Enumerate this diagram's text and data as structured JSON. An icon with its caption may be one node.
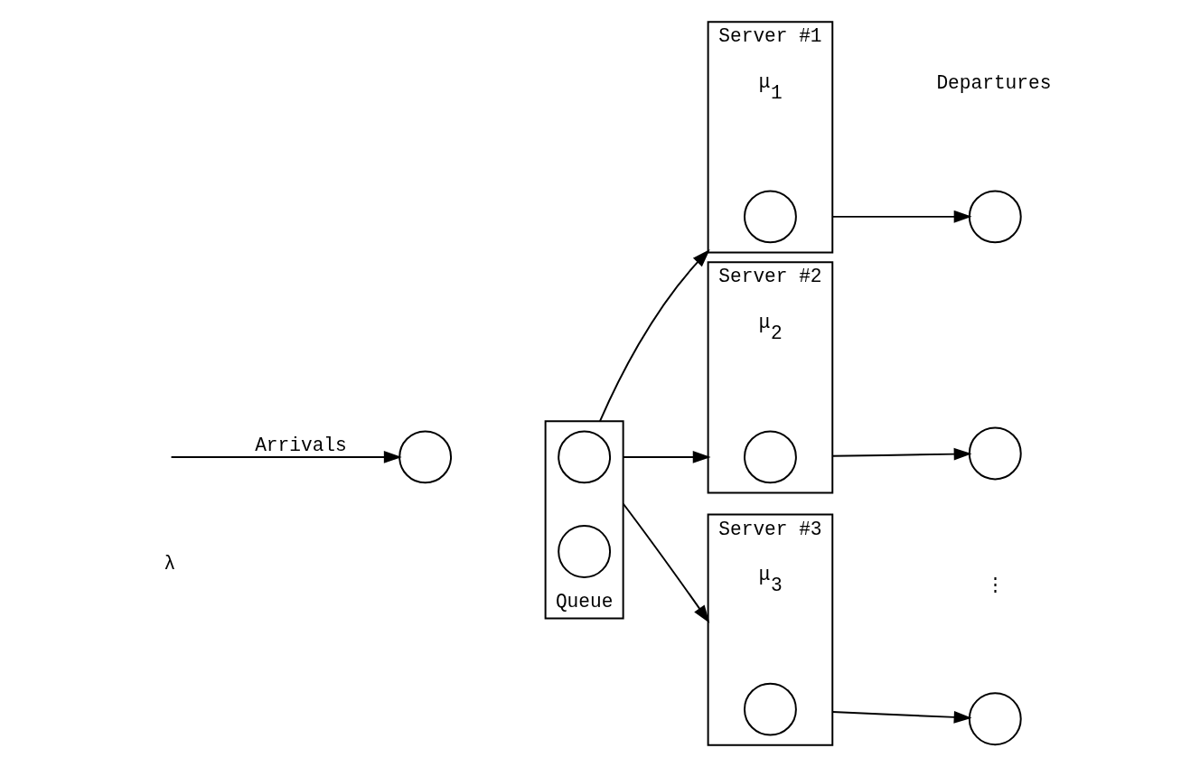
{
  "diagram": {
    "nodes": [
      {
        "text": [],
        "shape": "circle"
      },
      {
        "text": [
          "Queue"
        ]
      },
      {
        "text": [],
        "shape": "circle",
        "in": 1
      },
      {
        "text": [],
        "shape": "circle",
        "in": 1
      },
      {
        "text": [
          "Server #1"
        ],
        "beside": [
          "μ$_{1}$"
        ]
      },
      {
        "text": [],
        "shape": "circle",
        "in": 4
      },
      {
        "text": [
          "Server #2"
        ],
        "beside": [
          "μ$_{2}$"
        ]
      },
      {
        "text": [],
        "shape": "circle",
        "in": 6
      },
      {
        "text": [
          "Server #3"
        ],
        "beside": [
          "μ$_{3}$"
        ]
      },
      {
        "text": [],
        "shape": "circle",
        "in": 8
      },
      {
        "text": [],
        "shape": "circle"
      },
      {
        "text": [],
        "shape": "circle"
      },
      {
        "text": [],
        "shape": "circle"
      }
    ],
    "edges": [
      {
        "from": null,
        "to": 0,
        "arrow": "to",
        "label": "Arrivals"
      },
      {
        "from": 1,
        "to": 4,
        "arrow": "to"
      },
      {
        "from": 1,
        "to": 6,
        "arrow": "to"
      },
      {
        "from": 1,
        "to": 8,
        "arrow": "to"
      },
      {
        "from": 4,
        "to": 10,
        "arrow": "to"
      },
      {
        "from": 6,
        "to": 11,
        "arrow": "to"
      },
      {
        "from": 8,
        "to": 12,
        "arrow": "to"
      }
    ],
    "labels": [
      "λ",
      "Departures",
      "⋮"
    ]
  }
}
